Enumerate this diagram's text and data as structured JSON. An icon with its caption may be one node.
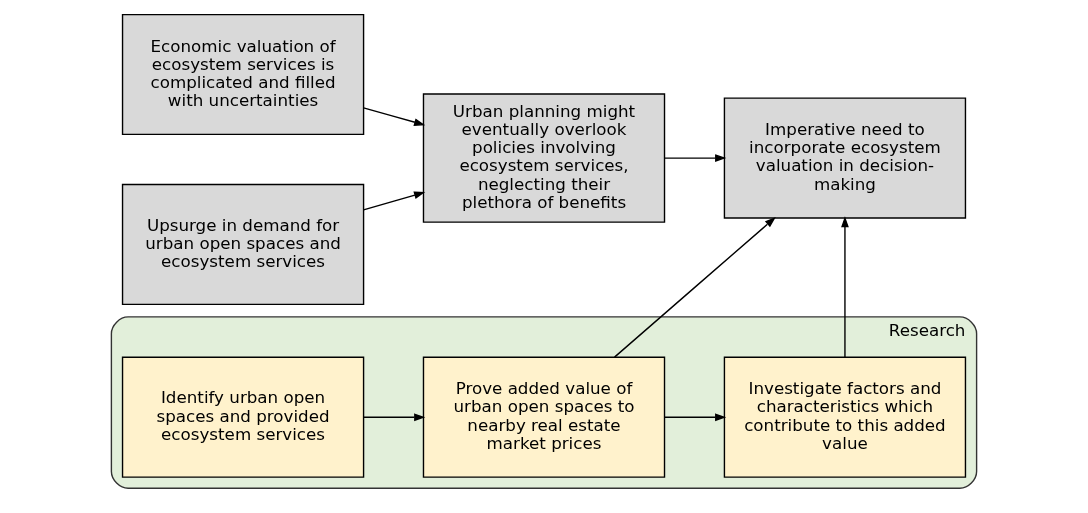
{
  "diagram": {
    "nodes": [
      {
        "text": [
          "Economic valuation of ecosystem services is complicated and filled with uncertainties"
        ]
      },
      {
        "text": [
          "Upsurge in demand for urban open spaces and ecosystem services"
        ]
      },
      {
        "text": [
          "Urban planning might eventually overlook policies involving ecosystem services, neglecting their plethora of benefits"
        ]
      },
      {
        "text": [
          "Imperative need to incorporate ecosystem valuation in decision-making"
        ]
      },
      {
        "text": [
          "Research"
        ]
      },
      {
        "text": [
          "Identify urban open spaces and provided ecosystem services"
        ],
        "in": 4
      },
      {
        "text": [
          "Prove added value of urban open spaces to nearby real estate market prices"
        ],
        "in": 4
      },
      {
        "text": [
          "Investigate factors and characteristics which contribute to this added value"
        ],
        "in": 4
      }
    ],
    "edges": [
      {
        "from": 0,
        "to": 2,
        "arrow": "to"
      },
      {
        "from": 1,
        "to": 2,
        "arrow": "to"
      },
      {
        "from": 2,
        "to": 3,
        "arrow": "to"
      },
      {
        "from": 5,
        "to": 6,
        "arrow": "to"
      },
      {
        "from": 6,
        "to": 7,
        "arrow": "to"
      },
      {
        "from": 6,
        "to": 3,
        "arrow": "to"
      },
      {
        "from": 7,
        "to": 3,
        "arrow": "to"
      }
    ]
  }
}
